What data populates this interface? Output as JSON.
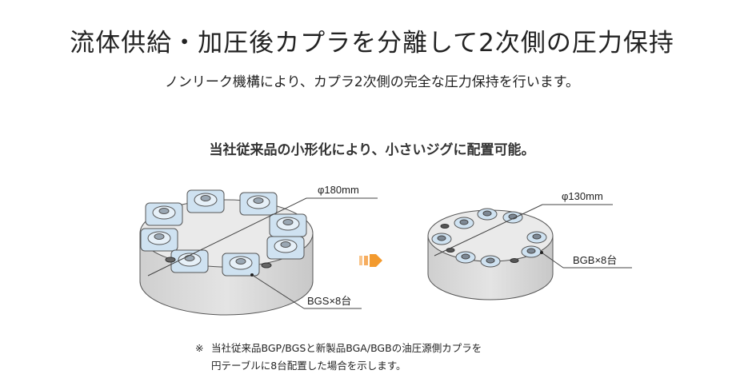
{
  "heading": {
    "title": "流体供給・加圧後カプラを分離して2次側の圧力保持",
    "subtitle": "ノンリーク機構により、カプラ2次側の完全な圧力保持を行います。",
    "lead": "当社従来品の小形化により、小さいジグに配置可能。"
  },
  "left_fixture": {
    "diameter_label": "φ180mm",
    "coupler_label": "BGS×8台"
  },
  "right_fixture": {
    "diameter_label": "φ130mm",
    "coupler_label": "BGB×8台"
  },
  "arrow": {
    "color": "#f39a2e",
    "icon": "arrow-right-icon"
  },
  "note": {
    "mark": "※",
    "line1": "当社従来品BGP/BGSと新製品BGA/BGBの油圧源側カプラを",
    "line2": "円テーブルに8台配置した場合を示します。"
  },
  "colors": {
    "cylinder_top": "#e9e9e9",
    "cylinder_side": "#d8d8d8",
    "coupler_body": "#cfe2f1",
    "outline": "#555555"
  }
}
